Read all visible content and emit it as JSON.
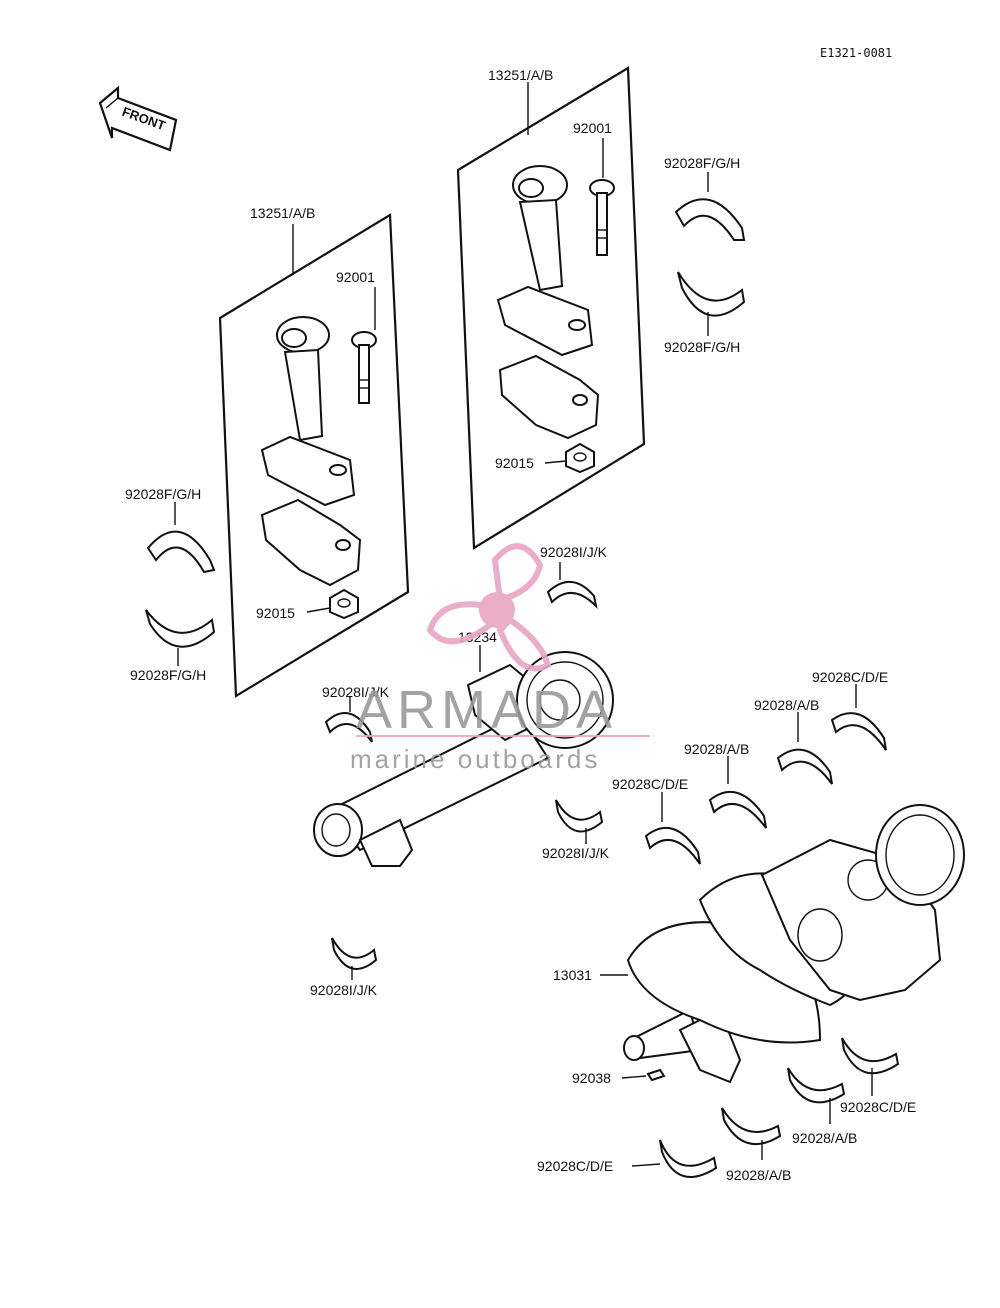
{
  "diagram_code": "E1321-0081",
  "front_label": "FRONT",
  "labels": {
    "rod_set_left": "13251/A/B",
    "rod_set_right": "13251/A/B",
    "bolt_left": "92001",
    "bolt_right": "92001",
    "nut_left": "92015",
    "nut_right": "92015",
    "bearing_fgh_left_top": "92028F/G/H",
    "bearing_fgh_left_bottom": "92028F/G/H",
    "bearing_fgh_right_top": "92028F/G/H",
    "bearing_fgh_right_bottom": "92028F/G/H",
    "bearing_ijk_1": "92028I/J/K",
    "bearing_ijk_2": "92028I/J/K",
    "bearing_ijk_3": "92028I/J/K",
    "bearing_ijk_4": "92028I/J/K",
    "balancer_shaft": "13234",
    "bearing_cde_1": "92028C/D/E",
    "bearing_cde_2": "92028C/D/E",
    "bearing_cde_3": "92028C/D/E",
    "bearing_cde_4": "92028C/D/E",
    "bearing_ab_1": "92028/A/B",
    "bearing_ab_2": "92028/A/B",
    "bearing_ab_3": "92028/A/B",
    "bearing_ab_4": "92028/A/B",
    "crankshaft": "13031",
    "key": "92038"
  },
  "watermark": {
    "brand": "ARMADA",
    "tagline": "marine outboards",
    "accent_color": "#e8a6c3"
  }
}
